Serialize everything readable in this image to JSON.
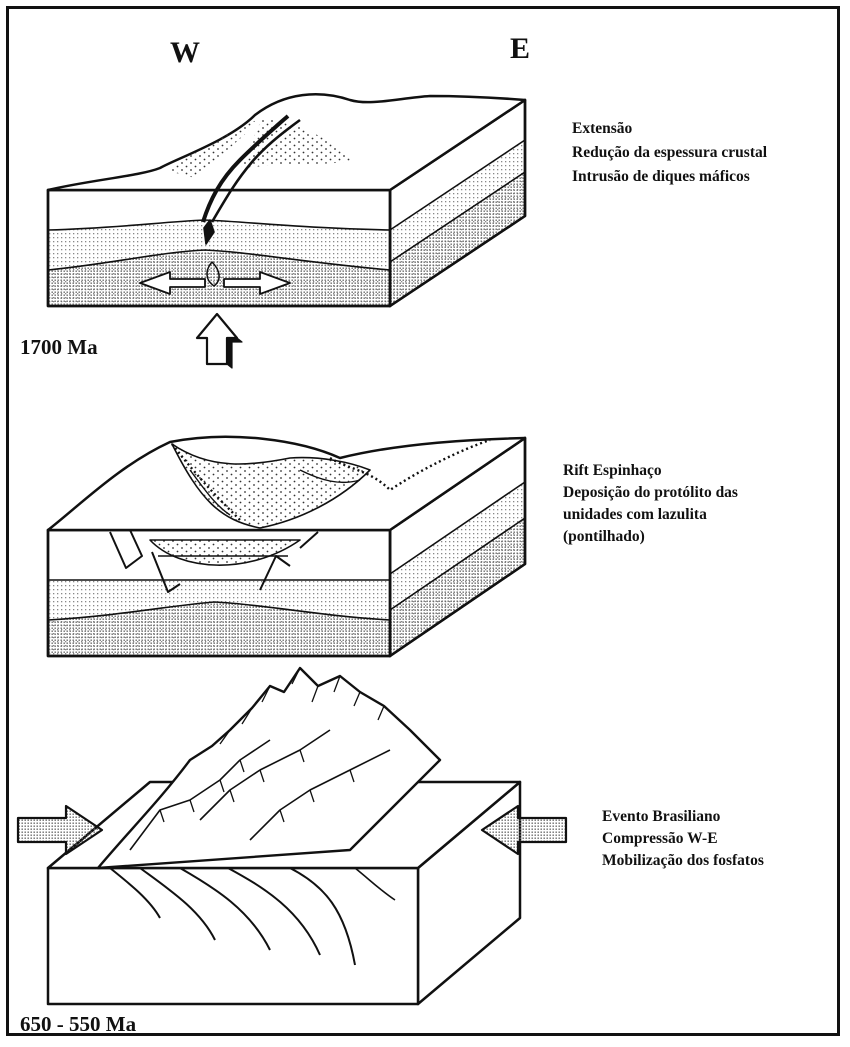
{
  "directions": {
    "west": "W",
    "east": "E"
  },
  "stage1": {
    "age": "1700 Ma",
    "notes": [
      "Extensão",
      "Redução da espessura crustal",
      "Intrusão de diques máficos"
    ]
  },
  "stage2": {
    "notes": [
      "Rift Espinhaço",
      "Deposição do protólito das",
      "unidades com lazulita",
      "(pontilhado)"
    ]
  },
  "stage3": {
    "age": "650 - 550 Ma",
    "notes": [
      "Evento Brasiliano",
      "Compressão W-E",
      "Mobilização dos fosfatos"
    ]
  },
  "colors": {
    "ink": "#111111",
    "paper": "#ffffff",
    "stipple": "#9a9a9a"
  }
}
